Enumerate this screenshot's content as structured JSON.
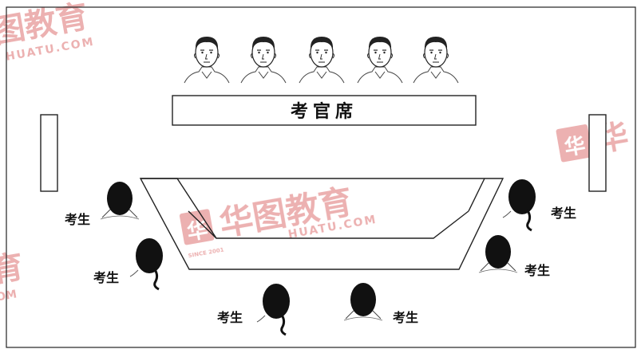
{
  "diagram": {
    "title_box_label": "考官席",
    "examinee_label": "考生",
    "examiner_count": 5,
    "examinee_count": 6
  },
  "watermark": {
    "brand_cn": "华图教育",
    "brand_en": "HUATU.COM",
    "since": "SINCE 2001",
    "color": "#e9a3a3"
  }
}
